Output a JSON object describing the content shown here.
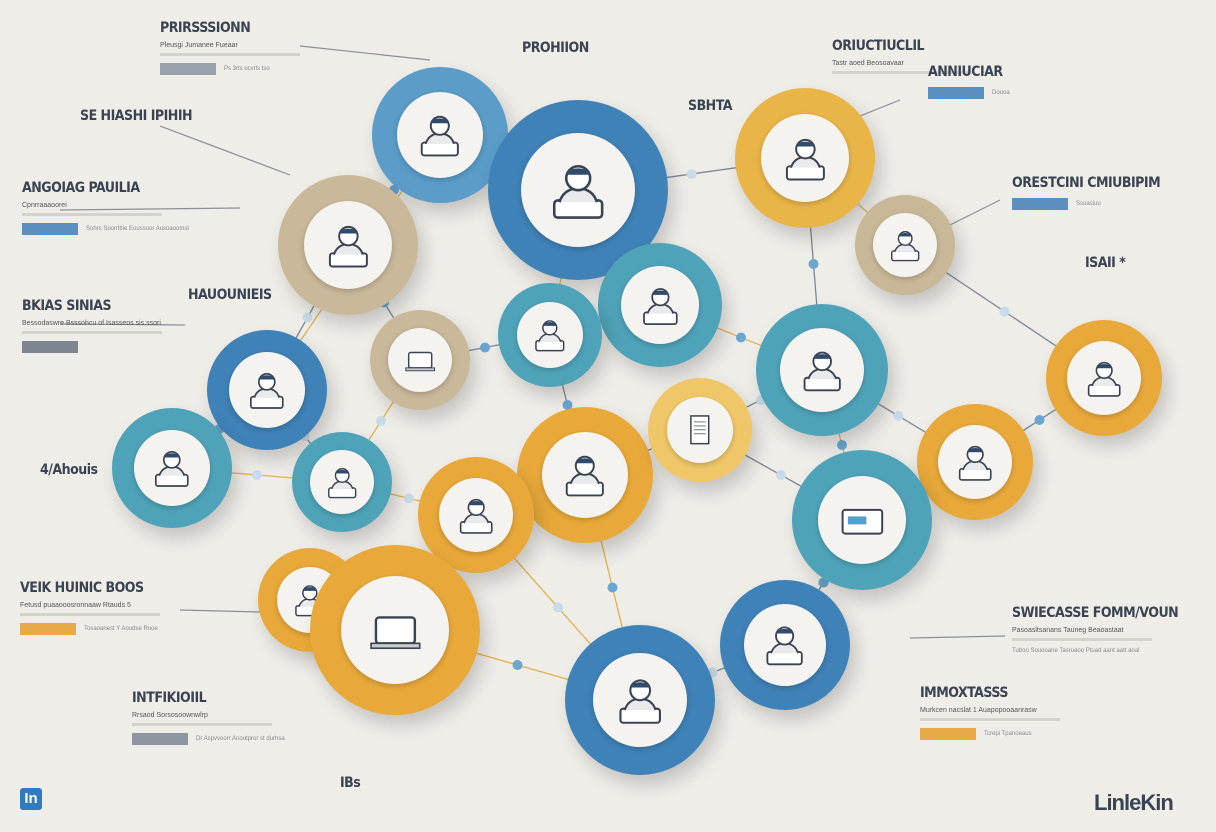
{
  "colors": {
    "background": "#efede8",
    "blue": "#3f82b8",
    "light_blue": "#5b9cc9",
    "teal": "#4fa3b9",
    "yellow": "#e9a93a",
    "tan": "#c9b89a",
    "edge": "#7a8797"
  },
  "labels": [
    {
      "title": "PRIRSSSIONN",
      "sub": "Pleusgi Jumanee Fueaar",
      "button": "",
      "note": "Ps 3rts ucvrls tso",
      "button_color": "#9aa3ad"
    },
    {
      "title": "SE HIASHI IPIHIH",
      "sub": "",
      "button": "",
      "note": "",
      "button_color": ""
    },
    {
      "title": "ANGOIAG PAUILIA",
      "sub": "Cpnrraaaoorei",
      "button": "",
      "note": "Sohrs Soorrlttie Eoussuor Ausoaoomst",
      "button_color": "#5b8fc0"
    },
    {
      "title": "BKIAS SINIAS",
      "sub": "Bessodaswre Bsssohcu of Isasseos sis.ssori",
      "button": "",
      "note": "",
      "button_color": "#7c8590"
    },
    {
      "title": "HAUOUNIEIS",
      "sub": "",
      "button": "",
      "note": "",
      "button_color": ""
    },
    {
      "title": "4/Ahouis",
      "sub": "",
      "button": "",
      "note": "",
      "button_color": ""
    },
    {
      "title": "VEIK HUINIC BOOS",
      "sub": "Fetusd puaaooosronnaaw Rtauds 5",
      "button": "",
      "note": "Tosaoanest Y Aoudse Rooe",
      "button_color": "#e6ab48"
    },
    {
      "title": "INTFIKIOIIL",
      "sub": "Rrsaod Sorsosoownwlrp",
      "button": "",
      "note": "Dr Aspvvoorr Anootpror st durhsa",
      "button_color": "#8e96a1"
    },
    {
      "title": "PROHIION",
      "sub": "",
      "button": "",
      "note": "",
      "button_color": ""
    },
    {
      "title": "ORIUCTIUCLIL",
      "sub": "Tastr aoed Beosoavaar",
      "button": "",
      "note": "",
      "button_color": ""
    },
    {
      "title": "SBHTA",
      "sub": "",
      "button": "",
      "note": "",
      "button_color": ""
    },
    {
      "title": "ANNIUCIAR",
      "sub": "",
      "button": "",
      "note": "Douoa",
      "button_color": "#5b8fc0"
    },
    {
      "title": "ORESTCINI CMIUBIPIM",
      "sub": "",
      "button": "",
      "note": "Ssoasiuu",
      "button_color": "#5b8fc0"
    },
    {
      "title": "ISAII *",
      "sub": "",
      "button": "",
      "note": "",
      "button_color": ""
    },
    {
      "title": "SWIECASSE FOMM/VOUN",
      "sub": "Pasoasltsanans Tauneg Beaoastaat",
      "button": "",
      "note": "Tuboo Souooane Tasruaoo Ptuad aant aatt aoal",
      "button_color": ""
    },
    {
      "title": "IMMOXTASSS",
      "sub": "Murkcen nacslat 1 Auapopooaanrasw",
      "button": "",
      "note": "Tcrepi Tpanoeaus",
      "button_color": "#e6ab48"
    },
    {
      "title": "IBs",
      "sub": "",
      "button": "",
      "note": "",
      "button_color": ""
    }
  ],
  "brand": {
    "logo_letters": "In",
    "wordmark": "LinleKin"
  },
  "nodes": [
    {
      "color": "#5b9cc9",
      "icon": "person-icon"
    },
    {
      "color": "#3f82b8",
      "icon": "person-icon"
    },
    {
      "color": "#c9b89a",
      "icon": "person-icon"
    },
    {
      "color": "#e9b548",
      "icon": "person-icon"
    },
    {
      "color": "#c9b898",
      "icon": "person-icon"
    },
    {
      "color": "#4fa3b9",
      "icon": "person-icon"
    },
    {
      "color": "#4fa3b9",
      "icon": "person-icon"
    },
    {
      "color": "#c9b89a",
      "icon": "laptop-icon"
    },
    {
      "color": "#3f82b8",
      "icon": "person-icon"
    },
    {
      "color": "#4fa3b9",
      "icon": "person-icon"
    },
    {
      "color": "#e9a93a",
      "icon": "person-icon"
    },
    {
      "color": "#4fa3b9",
      "icon": "person-icon"
    },
    {
      "color": "#4fa3b9",
      "icon": "person-icon"
    },
    {
      "color": "#e9a93a",
      "icon": "person-icon"
    },
    {
      "color": "#f0c768",
      "icon": "document-icon"
    },
    {
      "color": "#e9a93a",
      "icon": "person-icon"
    },
    {
      "color": "#e9a93a",
      "icon": "person-icon"
    },
    {
      "color": "#4fa3b9",
      "icon": "id-card-icon"
    },
    {
      "color": "#e9a93a",
      "icon": "person-icon"
    },
    {
      "color": "#e9a93a",
      "icon": "laptop-icon"
    },
    {
      "color": "#3f82b8",
      "icon": "person-icon"
    },
    {
      "color": "#3f82b8",
      "icon": "person-icon"
    }
  ]
}
